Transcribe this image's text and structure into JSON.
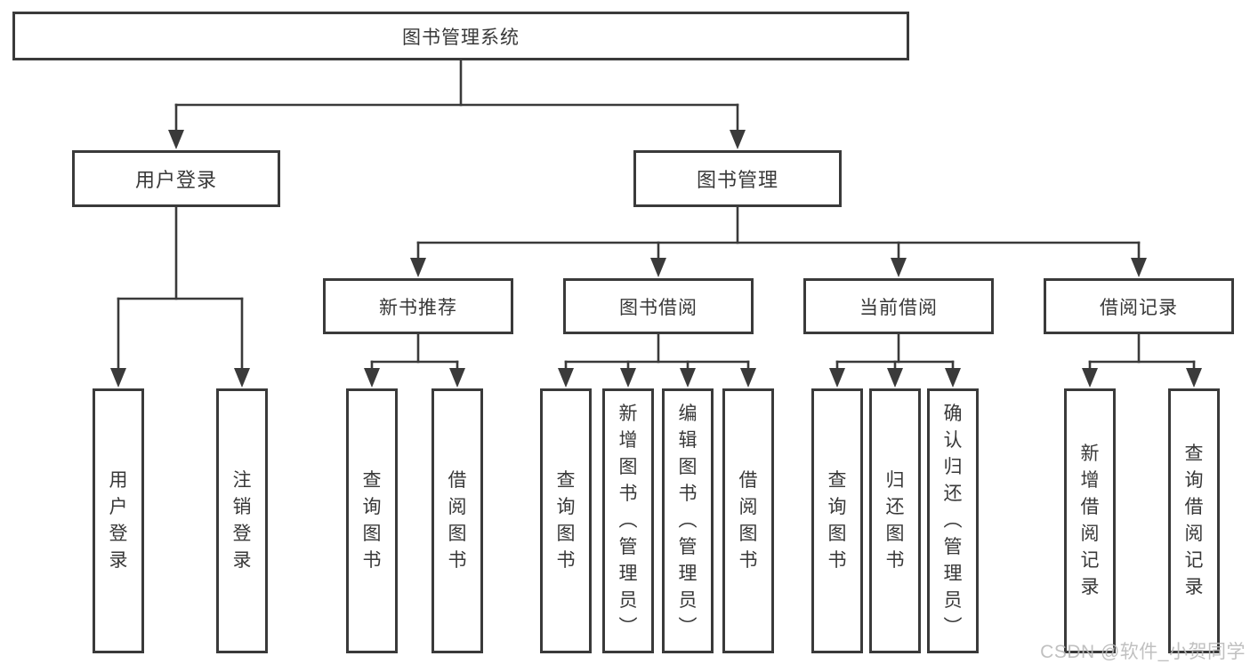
{
  "diagram": {
    "tree": {
      "id": "root",
      "label": "图书管理系统",
      "children": [
        {
          "id": "user-login",
          "label": "用户登录",
          "children": [
            {
              "id": "user-login-leaf",
              "label": "用户登录"
            },
            {
              "id": "logout",
              "label": "注销登录"
            }
          ]
        },
        {
          "id": "book-mgmt",
          "label": "图书管理",
          "children": [
            {
              "id": "new-book-rec",
              "label": "新书推荐",
              "children": [
                {
                  "id": "nbr-query",
                  "label": "查询图书"
                },
                {
                  "id": "nbr-borrow",
                  "label": "借阅图书"
                }
              ]
            },
            {
              "id": "book-borrow",
              "label": "图书借阅",
              "children": [
                {
                  "id": "bb-query",
                  "label": "查询图书"
                },
                {
                  "id": "bb-add",
                  "label": "新增图书（管理员）"
                },
                {
                  "id": "bb-edit",
                  "label": "编辑图书（管理员）"
                },
                {
                  "id": "bb-borrow",
                  "label": "借阅图书"
                }
              ]
            },
            {
              "id": "current-borrow",
              "label": "当前借阅",
              "children": [
                {
                  "id": "cb-query",
                  "label": "查询图书"
                },
                {
                  "id": "cb-return",
                  "label": "归还图书"
                },
                {
                  "id": "cb-confirm",
                  "label": "确认归还（管理员）"
                }
              ]
            },
            {
              "id": "borrow-records",
              "label": "借阅记录",
              "children": [
                {
                  "id": "br-add",
                  "label": "新增借阅记录"
                },
                {
                  "id": "br-query",
                  "label": "查询借阅记录"
                }
              ]
            }
          ]
        }
      ]
    }
  },
  "watermark": "CSDN @软件_小贺同学",
  "colors": {
    "line": "#3a3a3a",
    "box_border": "#3a3a3a",
    "text": "#383838",
    "background": "#ffffff",
    "watermark": "#b9b9b9"
  }
}
